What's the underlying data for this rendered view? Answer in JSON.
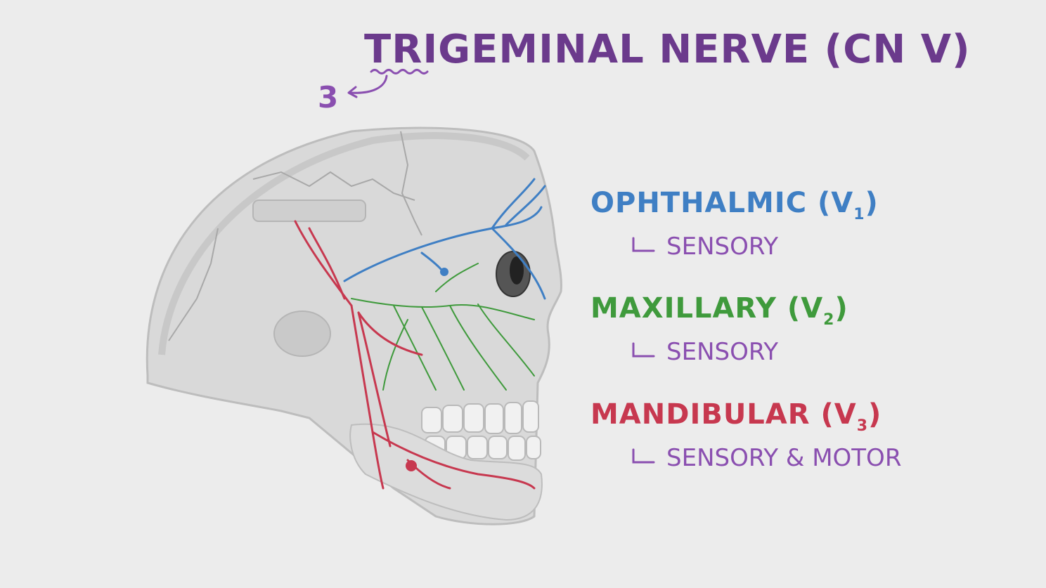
{
  "title": "TRIGEMINAL NERVE (CN V)",
  "annotation": {
    "number": "3"
  },
  "branches": [
    {
      "name": "OPHTHALMIC (V",
      "subscript": "1",
      "close": ")",
      "function": "SENSORY",
      "color": "#3f7fc4"
    },
    {
      "name": "MAXILLARY (V",
      "subscript": "2",
      "close": ")",
      "function": "SENSORY",
      "color": "#3f9a3c"
    },
    {
      "name": "MANDIBULAR (V",
      "subscript": "3",
      "close": ")",
      "function": "SENSORY & MOTOR",
      "color": "#c7384f"
    }
  ],
  "colors": {
    "title": "#6b3a8c",
    "annotation": "#8a4fb0",
    "function_text": "#8a4fb0",
    "background": "#ececec"
  }
}
